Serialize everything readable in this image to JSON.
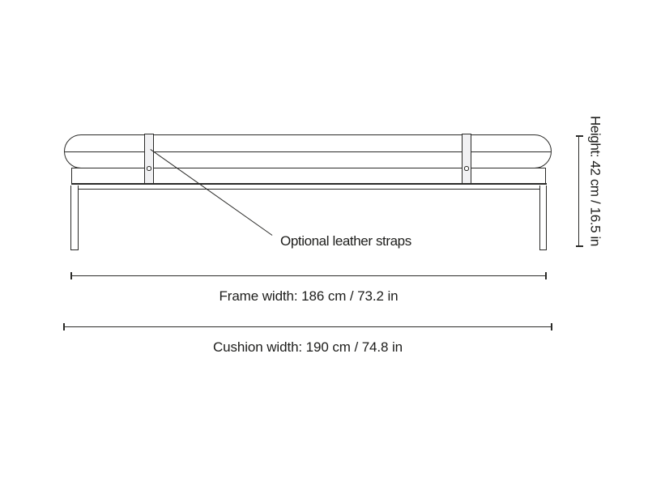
{
  "diagram": {
    "annotation": {
      "label": "Optional leather straps"
    },
    "dimensions": {
      "frame_width": {
        "label": "Frame width: 186 cm / 73.2 in",
        "cm": 186,
        "inches": 73.2
      },
      "cushion_width": {
        "label": "Cushion width: 190 cm / 74.8 in",
        "cm": 190,
        "inches": 74.8
      },
      "height": {
        "label": "Height: 42 cm / 16.5 in",
        "cm": 42,
        "inches": 16.5
      }
    },
    "colors": {
      "line": "#2b2b29",
      "text": "#1d1d1b",
      "strap_fill": "#f1f1f3",
      "background": "#ffffff"
    }
  }
}
